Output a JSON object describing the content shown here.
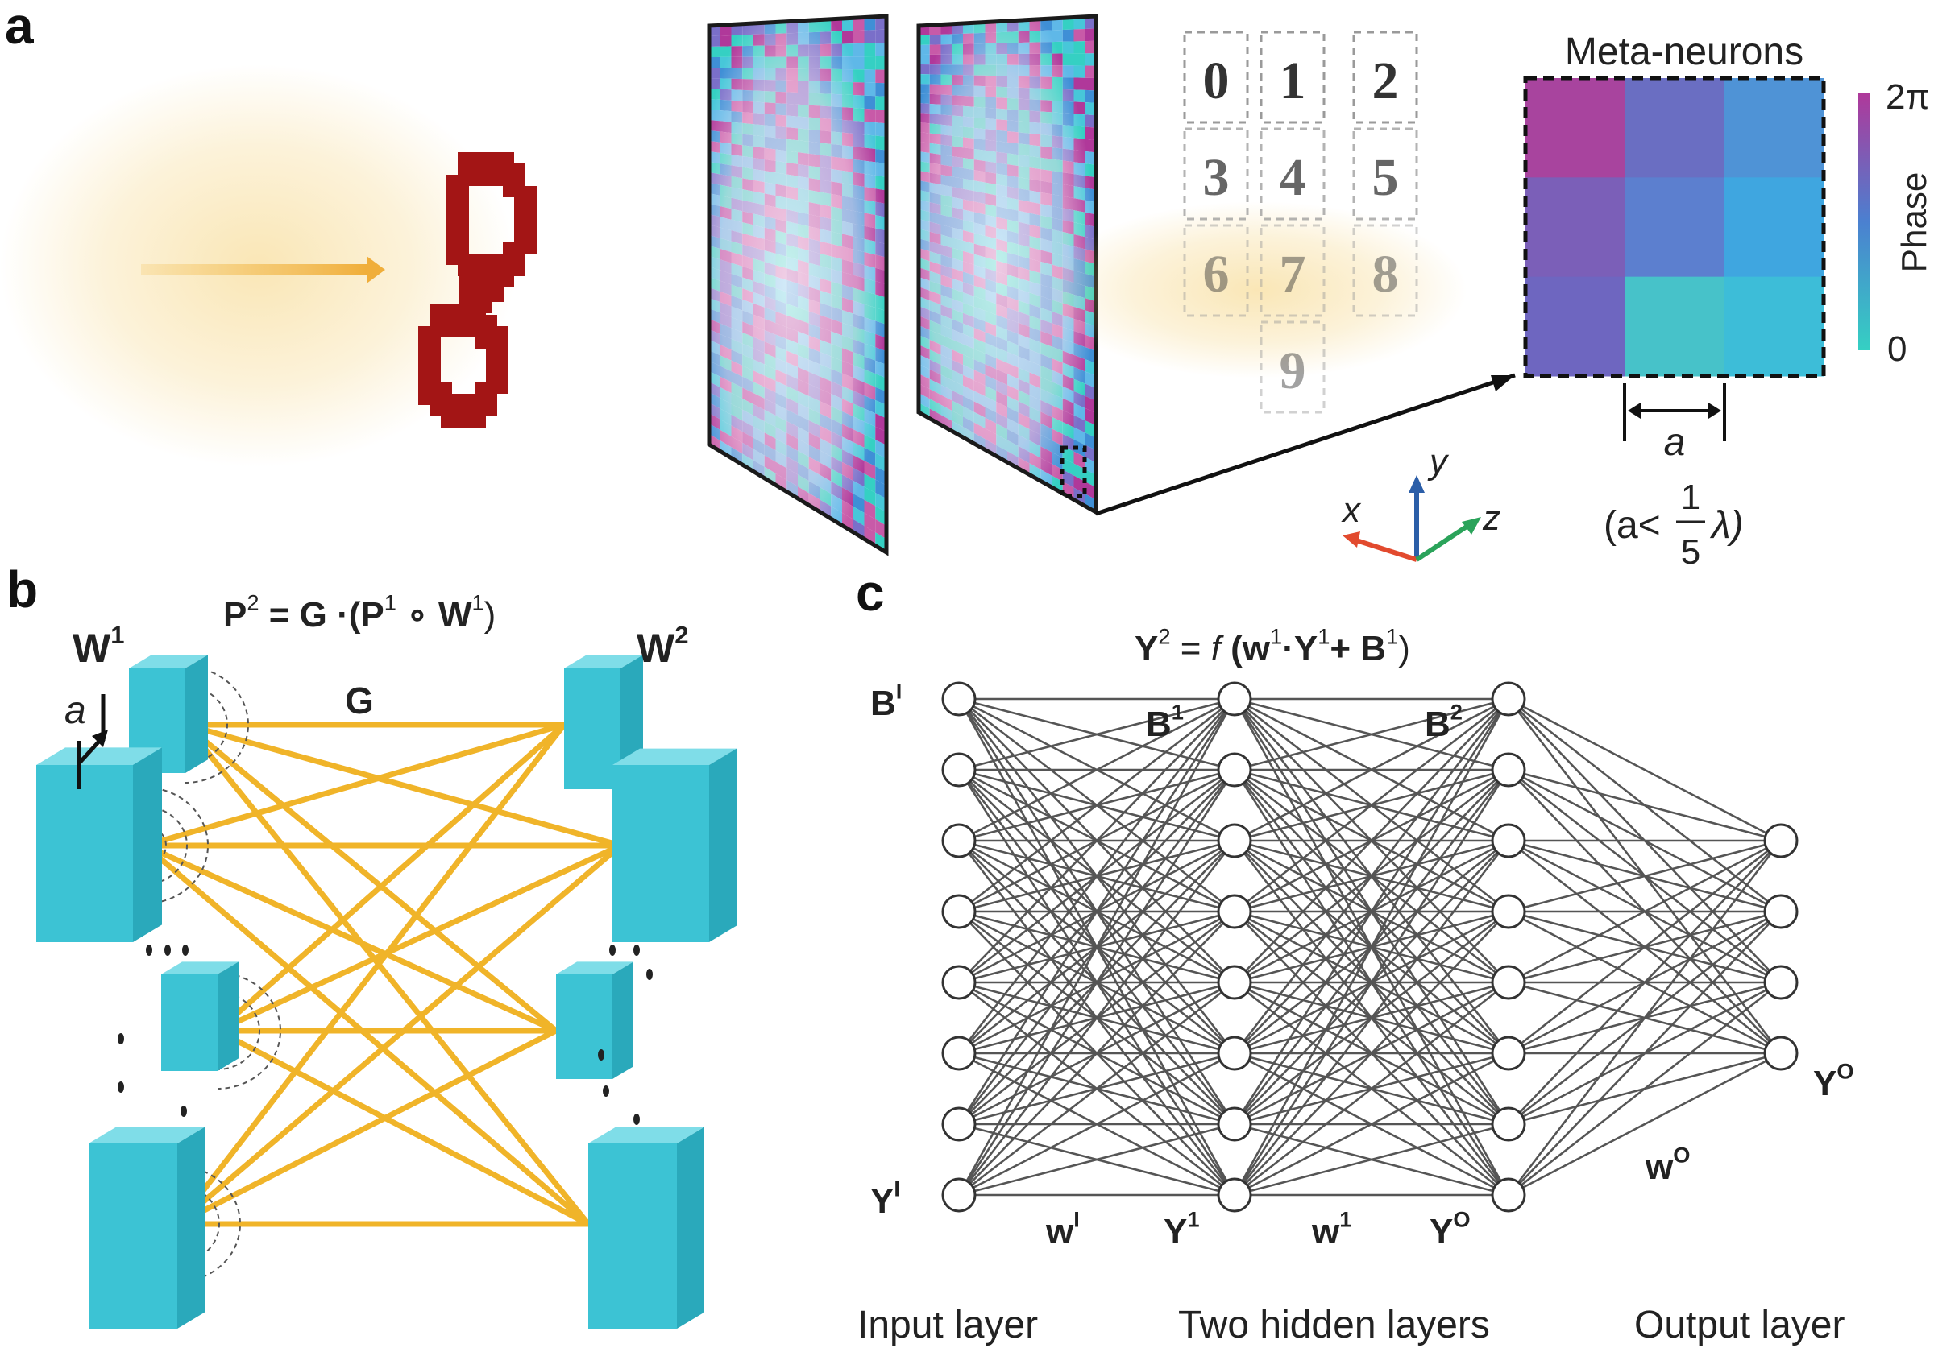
{
  "panels": {
    "a": "a",
    "b": "b",
    "c": "c"
  },
  "panel_a": {
    "input_digit": "8",
    "output_digits": [
      "0",
      "1",
      "2",
      "3",
      "4",
      "5",
      "6",
      "7",
      "8",
      "9"
    ],
    "meta_title": "Meta-neurons",
    "colorbar_title": "Phase",
    "colorbar_max": "2π",
    "colorbar_min": "0",
    "pitch_symbol": "a",
    "condition_open": "(a<",
    "condition_num": "1",
    "condition_den": "5",
    "condition_close": "λ)",
    "axes": {
      "x": "x",
      "y": "y",
      "z": "z"
    },
    "colors": {
      "beam": "#f5d27a",
      "digit": "#a31515",
      "phase_low": "#35d0c3",
      "phase_mid": "#3f8fd6",
      "phase_high": "#b0389a"
    }
  },
  "panel_b": {
    "equation": {
      "lhs": "P",
      "lhs_sup": "2",
      "eq": " = G ·(P",
      "mid_sup": "1",
      "op": " ∘ W",
      "end_sup": "1",
      "close": ")"
    },
    "w1_base": "W",
    "w1_sup": "1",
    "w2_base": "W",
    "w2_sup": "2",
    "g_label": "G",
    "a_label": "a",
    "colors": {
      "block": "#3cc3d4",
      "beam": "#f0b429"
    }
  },
  "panel_c": {
    "equation": {
      "lhs": "Y",
      "lhs_sup": "2",
      "eq": " = ",
      "f": "f",
      "paren": " (w",
      "w_sup": "1",
      "dot": "·Y",
      "y_sup": "1",
      "plus": "+ B",
      "b_sup": "1",
      "close": ")"
    },
    "bias_labels": [
      {
        "base": "B",
        "sup": "I"
      },
      {
        "base": "B",
        "sup": "1"
      },
      {
        "base": "B",
        "sup": "2"
      }
    ],
    "bottom_labels": [
      {
        "base": "Y",
        "sup": "I"
      },
      {
        "base": "w",
        "sup": "I"
      },
      {
        "base": "Y",
        "sup": "1"
      },
      {
        "base": "w",
        "sup": "1"
      },
      {
        "base": "Y",
        "sup": "O"
      },
      {
        "base": "w",
        "sup": "O"
      },
      {
        "base": "Y",
        "sup": "O"
      }
    ],
    "layer_captions": [
      "Input layer",
      "Two hidden layers",
      "Output layer"
    ],
    "network": {
      "layer_node_counts": [
        8,
        8,
        8,
        4
      ]
    }
  }
}
